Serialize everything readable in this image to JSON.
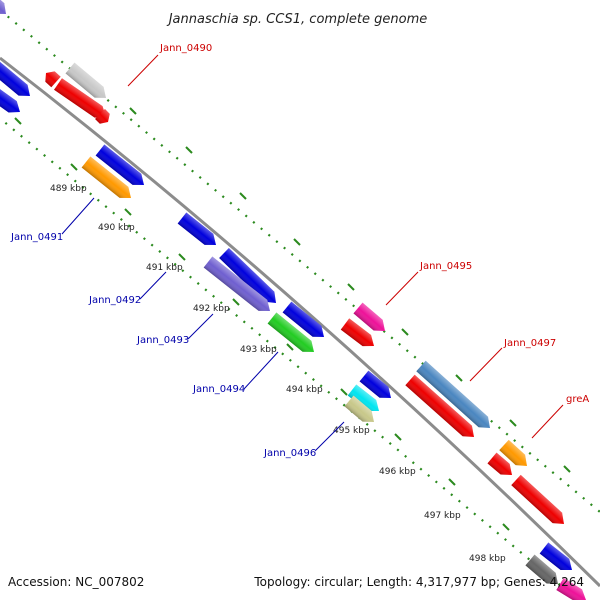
{
  "title": "Jannaschia sp. CCS1, complete genome",
  "footer": {
    "accession": "Accession: NC_007802",
    "topology": "Topology: circular; Length: 4,317,977 bp; Genes: 4,264"
  },
  "ticks": [
    "489 kbp",
    "490 kbp",
    "491 kbp",
    "492 kbp",
    "493 kbp",
    "494 kbp",
    "495 kbp",
    "496 kbp",
    "497 kbp",
    "498 kbp"
  ],
  "gene_labels": [
    "Jann_0490",
    "Jann_0491",
    "Jann_0492",
    "Jann_0493",
    "Jann_0494",
    "Jann_0495",
    "Jann_0496",
    "Jann_0497",
    "greA"
  ],
  "colors": {
    "backbone": "#8c8c8c",
    "grid": "#2b8a1e",
    "label_red": "#cc0000",
    "label_blue": "#0000aa",
    "blue": "#0000dd",
    "red": "#ee0000",
    "orange": "#ff9900",
    "gray": "#c8c8c8",
    "purple": "#6f5fd0",
    "green": "#22cc22",
    "magenta": "#ee1199",
    "steelblue": "#4a86c0",
    "cyan": "#00e5f0",
    "khaki": "#c8c88a",
    "darkgray": "#666666"
  }
}
